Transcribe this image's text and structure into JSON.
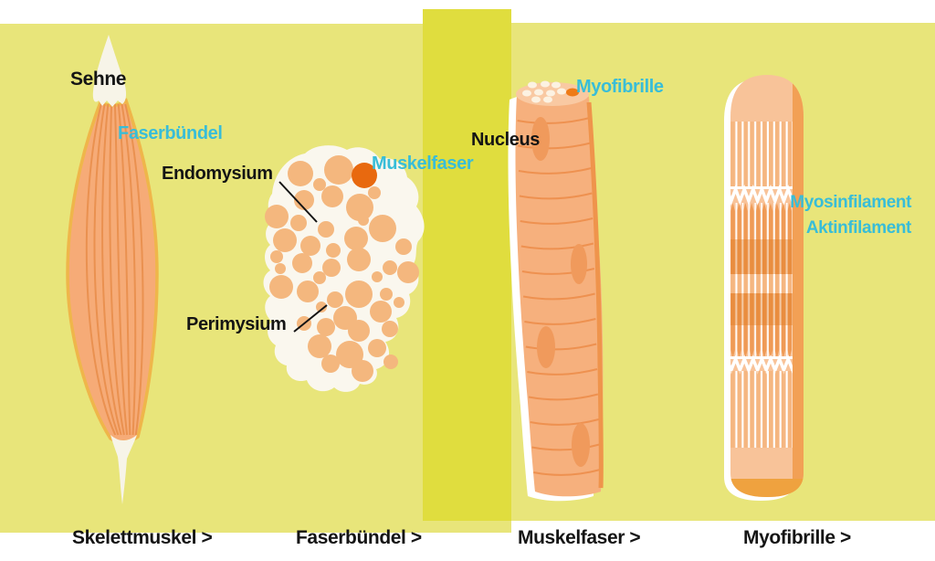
{
  "palette": {
    "background": "#e8e57a",
    "band": "#e0dd3e",
    "cyan_label": "#38bdd8",
    "black_label": "#141414",
    "tendon_white": "#f7f4e8",
    "muscle_fill": "#f6ab77",
    "muscle_outline": "#efb64a",
    "muscle_line": "#ea9150",
    "blob_white": "#faf7ee",
    "circle_fill": "#f4b77e",
    "circle_dark": "#e8690f",
    "fiber_fill": "#f6b07d",
    "fiber_stripe": "#ee9150",
    "fiber_cap": "#f9c9a2",
    "cap_dot": "#fcf2e2",
    "cap_dot_orange": "#ee7b16",
    "nucleus_fill": "#f09a5c",
    "fiber_edge": "#ef944c",
    "myo_fill": "#f8c399",
    "myo_pale_bar": "#f2a967",
    "myo_bar": "#ef9a55",
    "myo_dark_overlay": "#e07a1e",
    "myo_rim": "#efa23f",
    "myo_edge": "#f2a055"
  },
  "figures": {
    "skelettmuskel": {
      "sehne": "Sehne",
      "faserbuendel": "Faserbündel"
    },
    "faserbuendel": {
      "endomysium": "Endomysium",
      "perimysium": "Perimysium",
      "muskelfaser": "Muskelfaser",
      "dark_circle": [
        399,
        192,
        14
      ],
      "circles": [
        [
          329,
          190,
          14
        ],
        [
          371,
          186,
          16
        ],
        [
          350,
          202,
          7
        ],
        [
          394,
          227,
          15
        ],
        [
          410,
          211,
          7
        ],
        [
          364,
          215,
          12
        ],
        [
          333,
          219,
          11
        ],
        [
          303,
          237,
          13
        ],
        [
          327,
          244,
          9
        ],
        [
          398,
          241,
          6
        ],
        [
          419,
          250,
          15
        ],
        [
          357,
          251,
          9
        ],
        [
          390,
          261,
          13
        ],
        [
          312,
          263,
          13
        ],
        [
          340,
          269,
          11
        ],
        [
          442,
          270,
          9
        ],
        [
          365,
          274,
          8
        ],
        [
          303,
          281,
          7
        ],
        [
          393,
          284,
          13
        ],
        [
          331,
          288,
          11
        ],
        [
          363,
          293,
          10
        ],
        [
          307,
          294,
          6
        ],
        [
          427,
          293,
          8
        ],
        [
          447,
          298,
          12
        ],
        [
          350,
          304,
          7
        ],
        [
          413,
          303,
          6
        ],
        [
          308,
          314,
          13
        ],
        [
          337,
          319,
          12
        ],
        [
          393,
          322,
          15
        ],
        [
          367,
          328,
          9
        ],
        [
          423,
          322,
          7
        ],
        [
          437,
          331,
          6
        ],
        [
          352,
          336,
          6
        ],
        [
          417,
          341,
          12
        ],
        [
          378,
          348,
          13
        ],
        [
          333,
          354,
          8
        ],
        [
          357,
          358,
          10
        ],
        [
          393,
          362,
          12
        ],
        [
          427,
          360,
          9
        ],
        [
          350,
          379,
          13
        ],
        [
          383,
          388,
          15
        ],
        [
          413,
          381,
          10
        ],
        [
          362,
          398,
          10
        ],
        [
          397,
          406,
          12
        ],
        [
          428,
          396,
          8
        ]
      ]
    },
    "muskelfaser": {
      "nucleus": "Nucleus",
      "myofibrille": "Myofibrille",
      "cap_dots": [
        [
          583,
          93
        ],
        [
          597,
          92
        ],
        [
          609,
          93
        ],
        [
          577,
          102
        ],
        [
          590,
          101
        ],
        [
          603,
          102
        ],
        [
          615,
          100
        ],
        [
          587,
          109
        ],
        [
          600,
          109
        ]
      ],
      "nuclei": [
        [
          592,
          152,
          10,
          24
        ],
        [
          634,
          289,
          9,
          22
        ],
        [
          598,
          380,
          10,
          23
        ],
        [
          636,
          487,
          10,
          24
        ]
      ]
    },
    "myofibrille": {
      "myosinfilament": "Myosinfilament",
      "aktinfilament": "Aktinfilament"
    }
  },
  "nav": {
    "items": [
      {
        "label": "Skelettmuskel >"
      },
      {
        "label": "Faserbündel >"
      },
      {
        "label": "Muskelfaser >"
      },
      {
        "label": "Myofibrille >"
      }
    ]
  }
}
